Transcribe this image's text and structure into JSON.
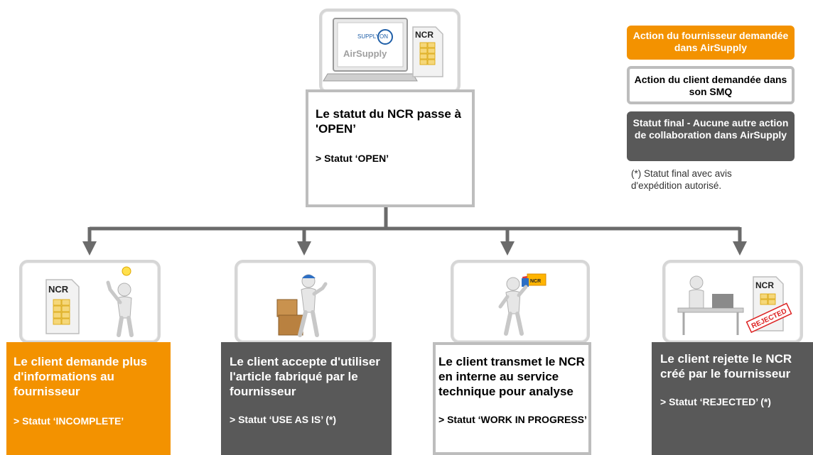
{
  "colors": {
    "orange": "#f39200",
    "dark": "#595959",
    "white_border": "#bdbdbd",
    "connector": "#6b6b6b"
  },
  "top": {
    "icon": {
      "name": "laptop-supplyon-ncr-icon",
      "supplyon_label": "SUPPLYON",
      "airsupply_label": "AirSupply",
      "ncr_label": "NCR"
    },
    "title": "Le statut du NCR passe à 'OPEN’",
    "status": "> Statut ‘OPEN’"
  },
  "legend": {
    "supplier_action": "Action du fournisseur demandée dans AirSupply",
    "customer_action": "Action du client demandée dans son SMQ",
    "final_status": "Statut final - Aucune autre action de collaboration dans AirSupply",
    "note": "(*) Statut final avec avis d'expédition autorisé."
  },
  "branches": [
    {
      "style": "orange",
      "icon": "ncr-idea-person-icon",
      "ncr_label": "NCR",
      "title": "Le client demande plus d'informations au fournisseur",
      "status": "> Statut ‘INCOMPLETE’"
    },
    {
      "style": "dark",
      "icon": "person-boxes-thumbs-up-icon",
      "title": "Le client accepte d'utiliser l'article fabriqué par le fournisseur",
      "status": "> Statut ‘USE AS IS’ (*)"
    },
    {
      "style": "white",
      "icon": "person-holding-ncr-documents-icon",
      "ncr_label": "NCR",
      "title": "Le client transmet le NCR en interne au service technique pour analyse",
      "status": "> Statut ‘WORK IN PROGRESS’"
    },
    {
      "style": "dark",
      "icon": "person-desk-ncr-rejected-icon",
      "ncr_label": "NCR",
      "rejected_label": "REJECTED",
      "title": "Le client rejette le NCR créé par le fournisseur",
      "status": "> Statut ‘REJECTED’ (*)"
    }
  ]
}
